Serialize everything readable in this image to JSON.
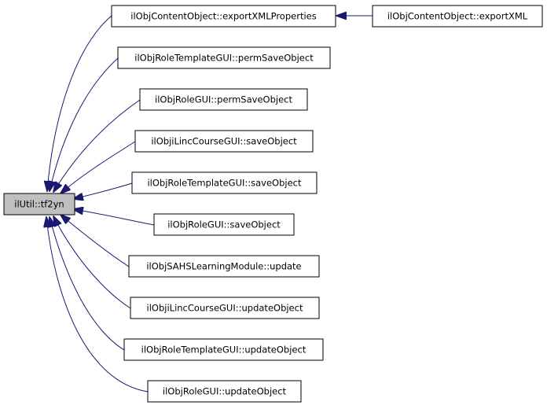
{
  "graph": {
    "colors": {
      "edge": "#191970",
      "focus_fill": "#bfbfbf",
      "node_fill": "#ffffff",
      "node_stroke": "#000000"
    },
    "focus_node": {
      "label": "ilUtil::tf2yn"
    },
    "caller_nodes": [
      {
        "label": "ilObjContentObject::exportXMLProperties"
      },
      {
        "label": "ilObjRoleTemplateGUI::permSaveObject"
      },
      {
        "label": "ilObjRoleGUI::permSaveObject"
      },
      {
        "label": "ilObjiLincCourseGUI::saveObject"
      },
      {
        "label": "ilObjRoleTemplateGUI::saveObject"
      },
      {
        "label": "ilObjRoleGUI::saveObject"
      },
      {
        "label": "ilObjSAHSLearningModule::update"
      },
      {
        "label": "ilObjiLincCourseGUI::updateObject"
      },
      {
        "label": "ilObjRoleTemplateGUI::updateObject"
      },
      {
        "label": "ilObjRoleGUI::updateObject"
      }
    ],
    "secondary_node": {
      "label": "ilObjContentObject::exportXML"
    }
  }
}
